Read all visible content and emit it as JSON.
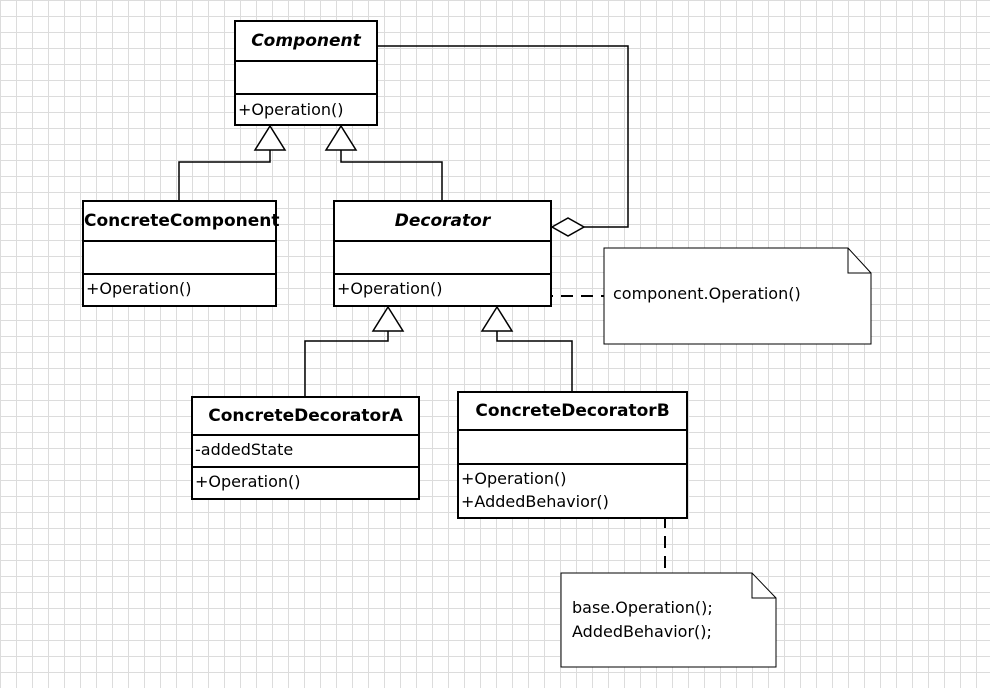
{
  "classes": {
    "component": {
      "name": "Component",
      "attributes": [],
      "operations": [
        "+Operation()"
      ]
    },
    "concrete_component": {
      "name": "ConcreteComponent",
      "attributes": [],
      "operations": [
        "+Operation()"
      ]
    },
    "decorator": {
      "name": "Decorator",
      "attributes": [],
      "operations": [
        "+Operation()"
      ]
    },
    "concrete_decorator_a": {
      "name": "ConcreteDecoratorA",
      "attributes": [
        "-addedState"
      ],
      "operations": [
        "+Operation()"
      ]
    },
    "concrete_decorator_b": {
      "name": "ConcreteDecoratorB",
      "attributes": [],
      "operations": [
        "+Operation()",
        "+AddedBehavior()"
      ]
    }
  },
  "notes": {
    "decorator_note": [
      "component.Operation()"
    ],
    "decorator_b_note": [
      "base.Operation();",
      "AddedBehavior();"
    ]
  },
  "colors": {
    "background": "#ffffff",
    "grid": "#dcdcdc",
    "stroke": "#000000"
  }
}
